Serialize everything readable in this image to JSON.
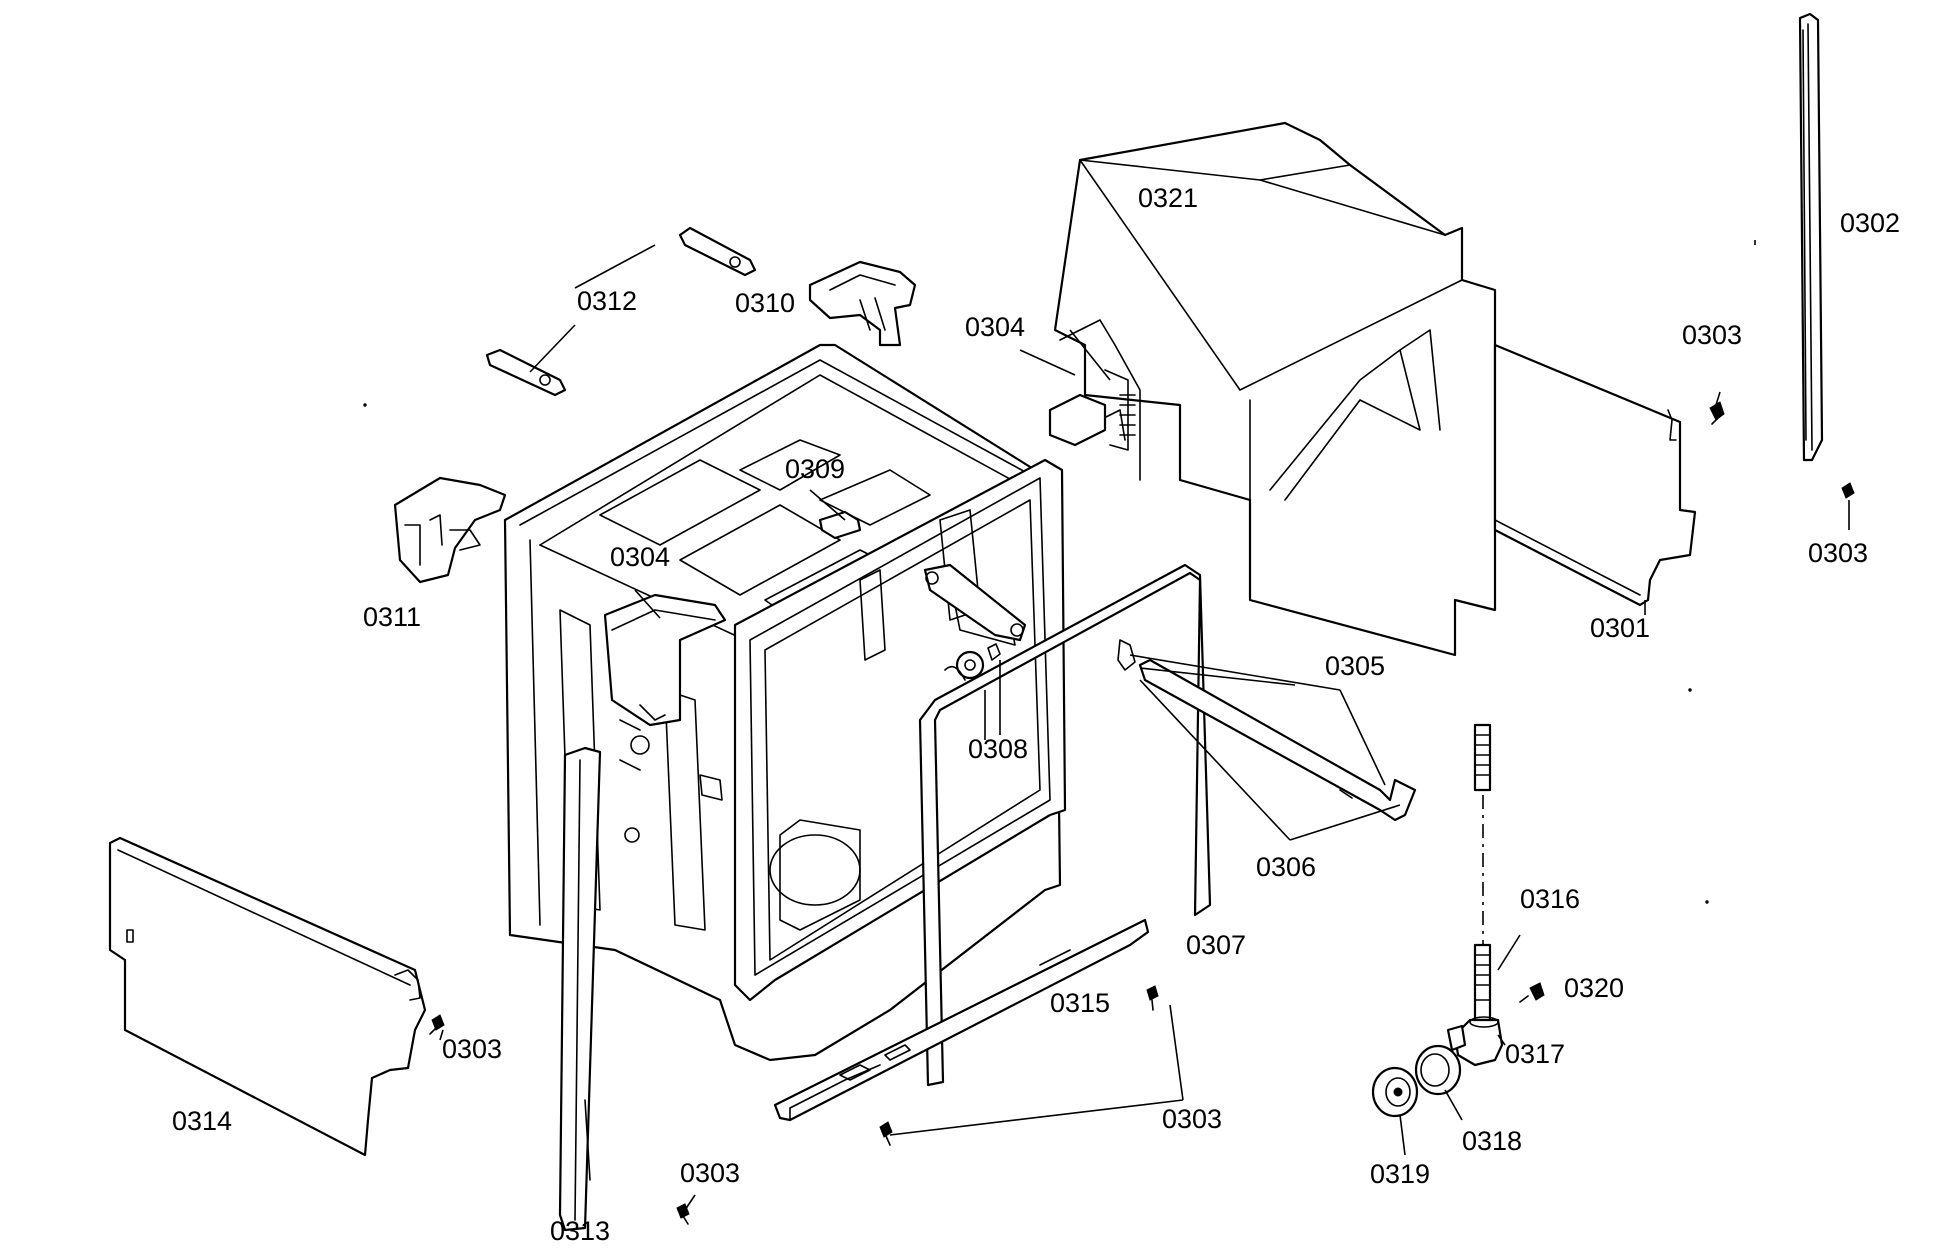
{
  "diagram": {
    "labels": {
      "p0301": "0301",
      "p0302": "0302",
      "p0303": "0303",
      "p0304": "0304",
      "p0305": "0305",
      "p0306": "0306",
      "p0307": "0307",
      "p0308": "0308",
      "p0309": "0309",
      "p0310": "0310",
      "p0311": "0311",
      "p0312": "0312",
      "p0313": "0313",
      "p0314": "0314",
      "p0315": "0315",
      "p0316": "0316",
      "p0317": "0317",
      "p0318": "0318",
      "p0319": "0319",
      "p0320": "0320",
      "p0321": "0321"
    }
  }
}
